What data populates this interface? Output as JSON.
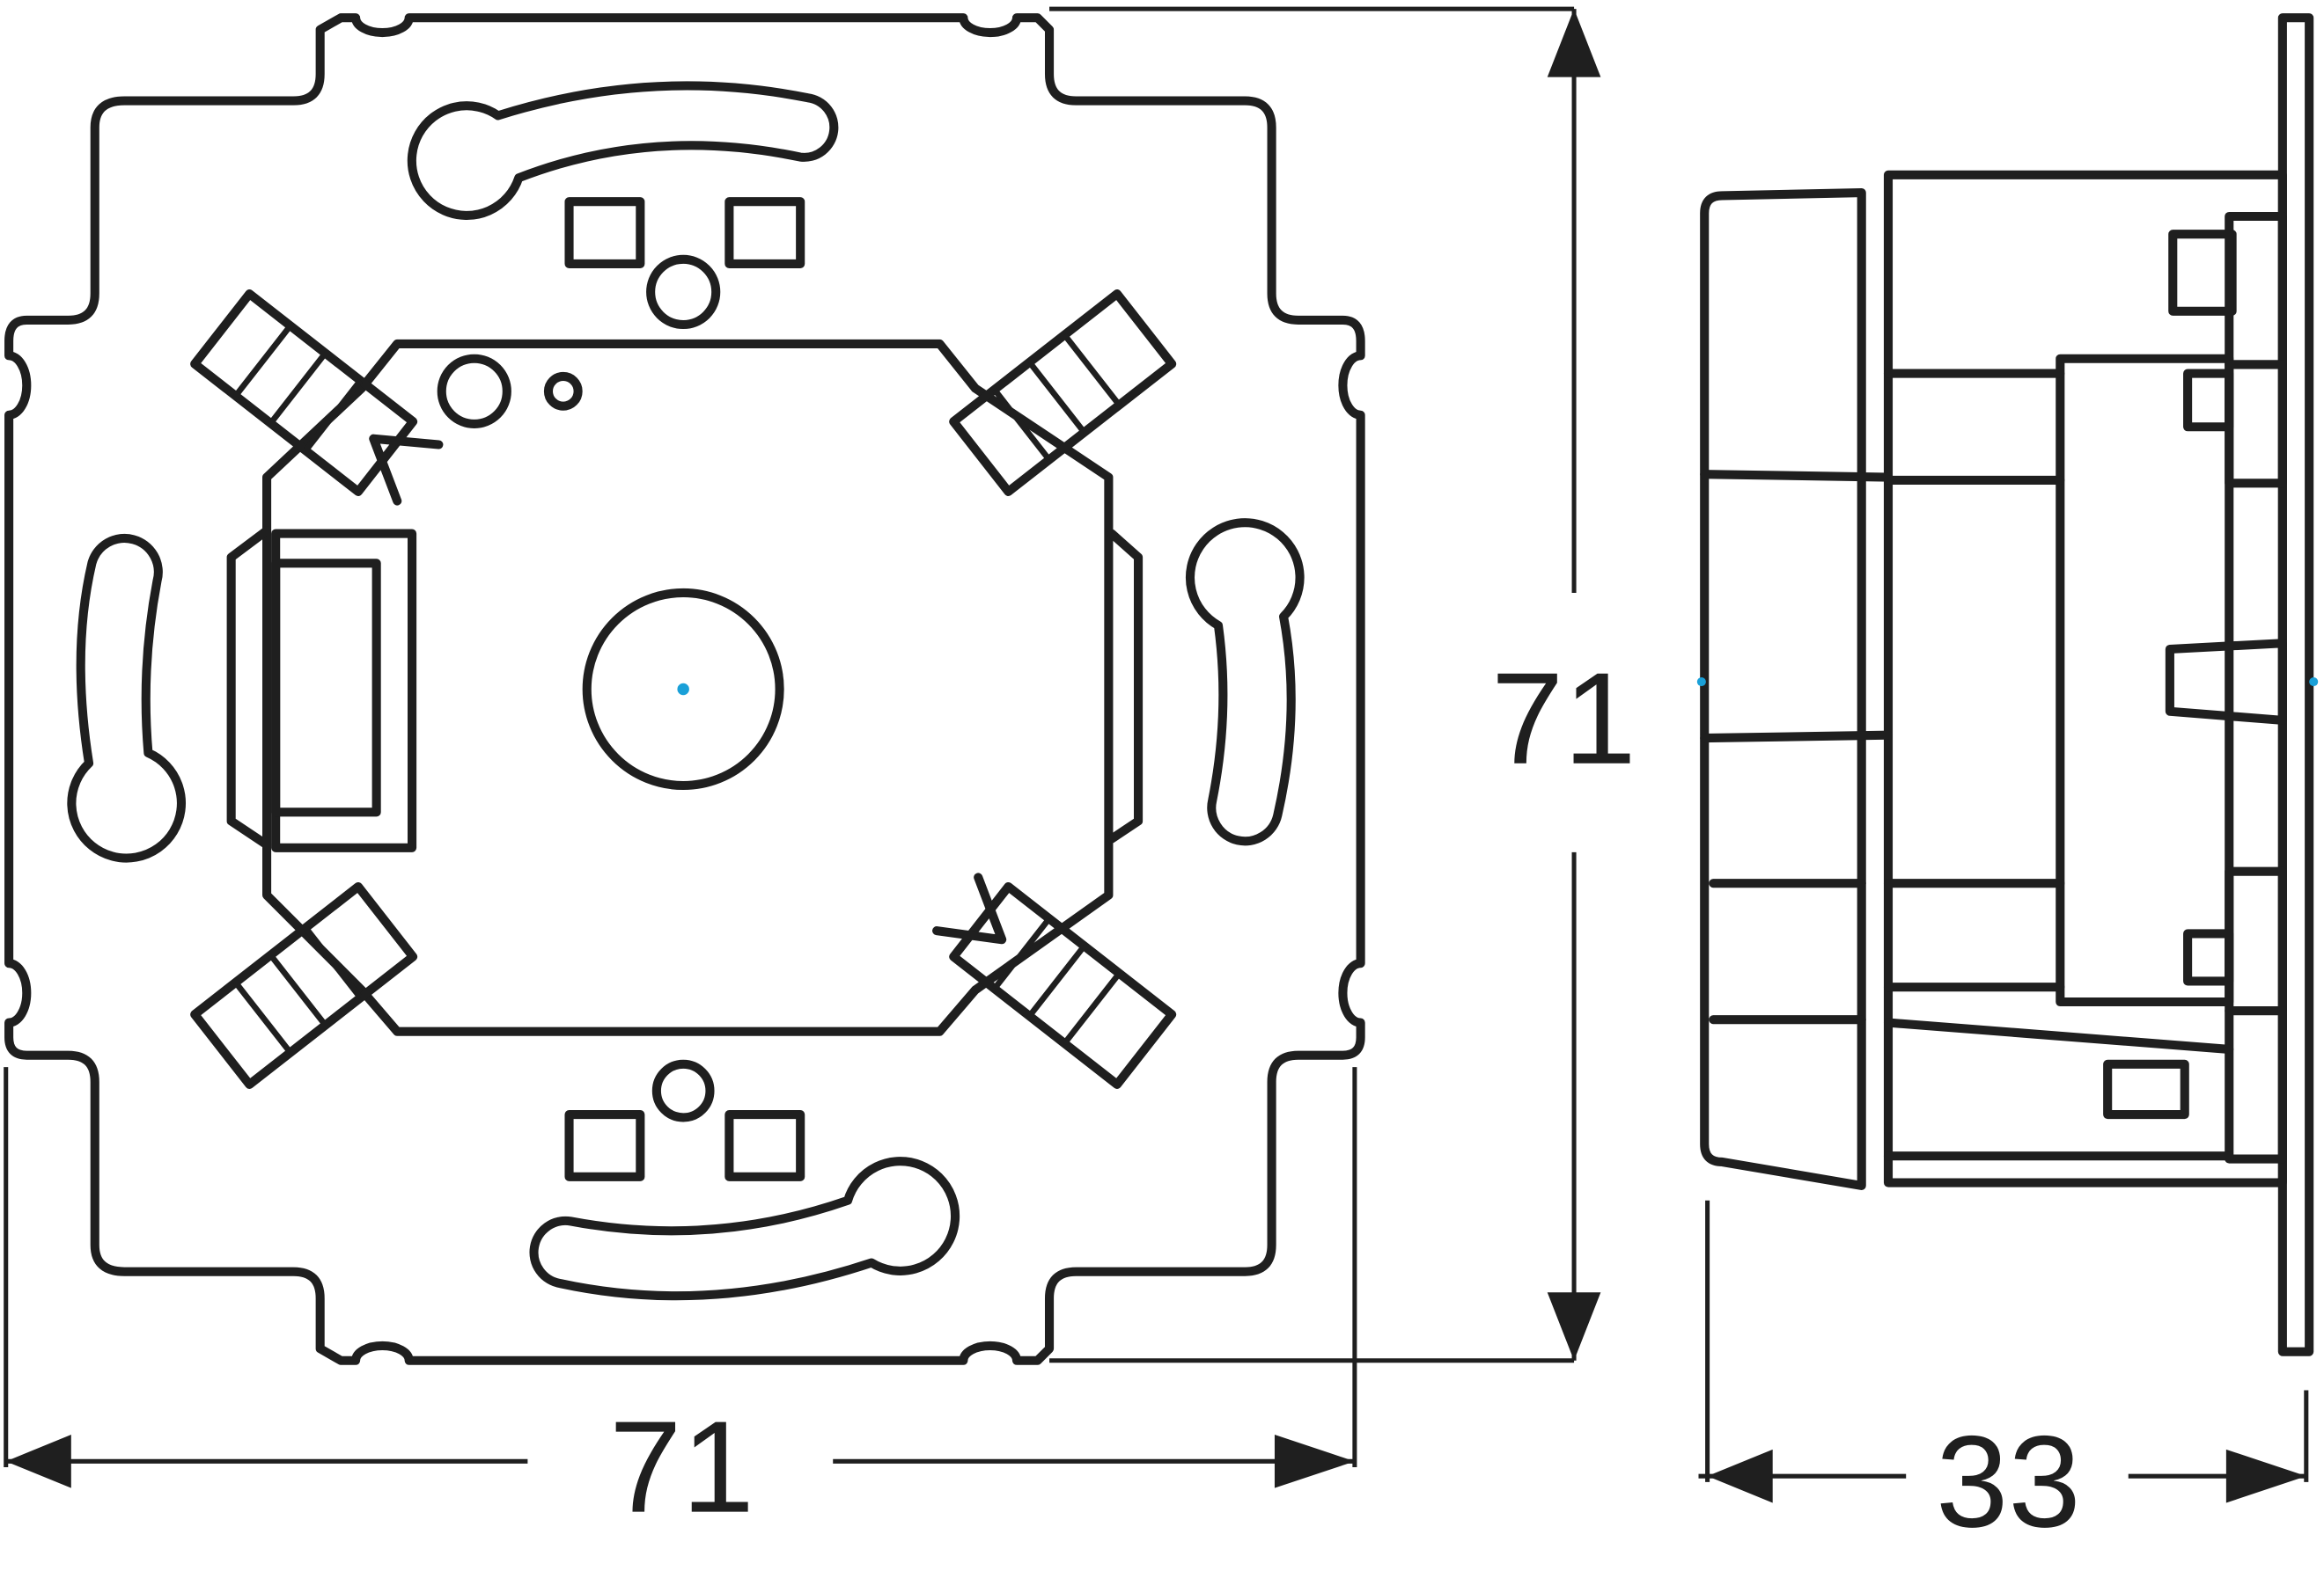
{
  "drawing": {
    "front_view": {
      "width_dimension": "71",
      "height_dimension": "71"
    },
    "side_view": {
      "depth_dimension": "33"
    },
    "colors": {
      "line": "#1f1f1f",
      "center_mark": "#1aa0d8",
      "background": "#ffffff"
    }
  }
}
